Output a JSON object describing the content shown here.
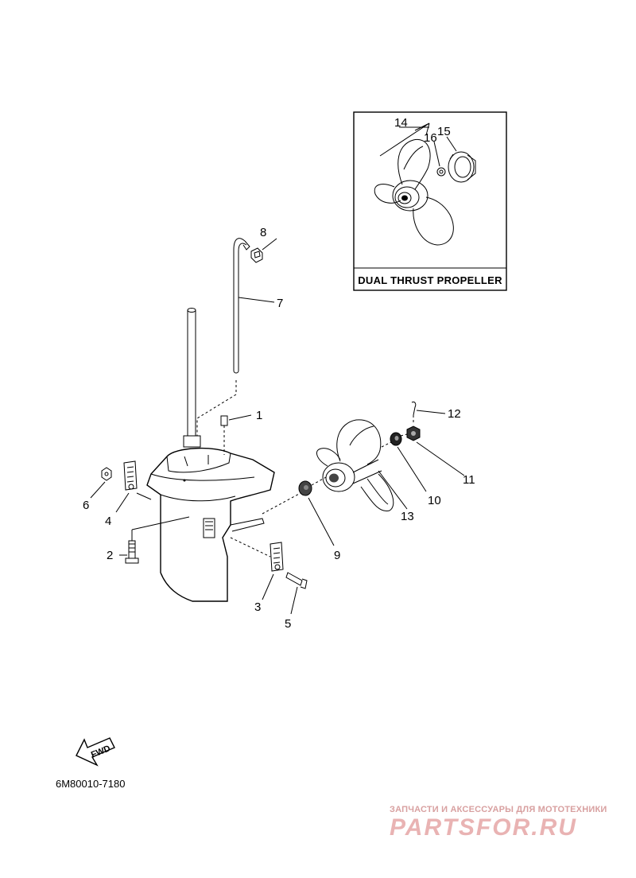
{
  "inset": {
    "caption": "DUAL THRUST PROPELLER",
    "labels": {
      "p14": "14",
      "p15": "15",
      "p16": "16"
    }
  },
  "labels": {
    "p1": "1",
    "p2": "2",
    "p3": "3",
    "p4": "4",
    "p5": "5",
    "p6": "6",
    "p7": "7",
    "p8": "8",
    "p9": "9",
    "p10": "10",
    "p11": "11",
    "p12": "12",
    "p13": "13"
  },
  "fwd": {
    "text": "FWD"
  },
  "diagram_code": "6M80010-7180",
  "watermark": {
    "tagline": "ЗАПЧАСТИ И АКСЕССУАРЫ ДЛЯ МОТОТЕХНИКИ",
    "brand": "PARTSFOR.RU"
  }
}
